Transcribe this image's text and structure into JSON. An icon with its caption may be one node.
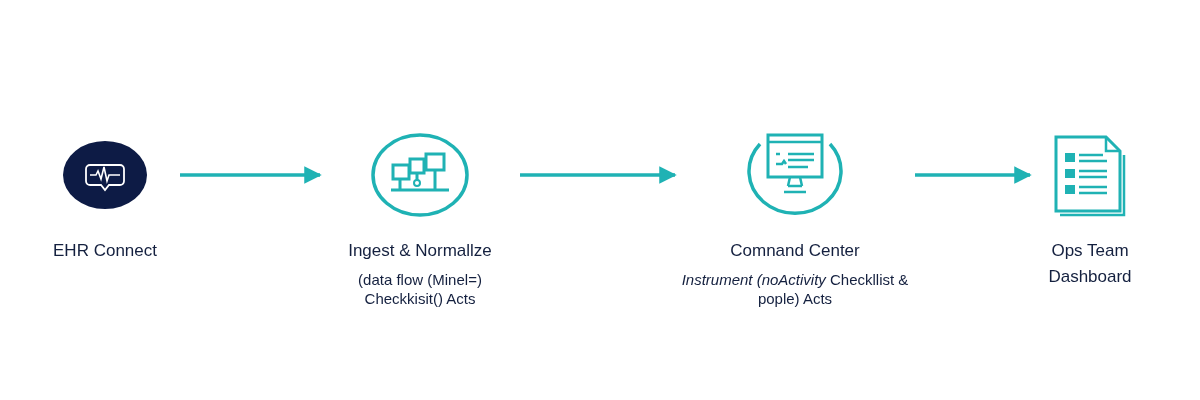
{
  "diagram": {
    "nodes": [
      {
        "text": [
          "EHR Connect"
        ]
      },
      {
        "text": [
          "Ingest & Normallze",
          "(data flow (Minel=) Checkkisit() Acts"
        ]
      },
      {
        "text": [
          "Comnand Center",
          "*Instrument (noActivity* Checkllist & pople) Acts"
        ]
      },
      {
        "text": [
          "Ops Team Dashboard"
        ]
      }
    ],
    "edges": [
      {
        "from": 0,
        "to": 1,
        "arrow": "to"
      },
      {
        "from": 1,
        "to": 2,
        "arrow": "to"
      },
      {
        "from": 2,
        "to": 3,
        "arrow": "to"
      }
    ]
  }
}
